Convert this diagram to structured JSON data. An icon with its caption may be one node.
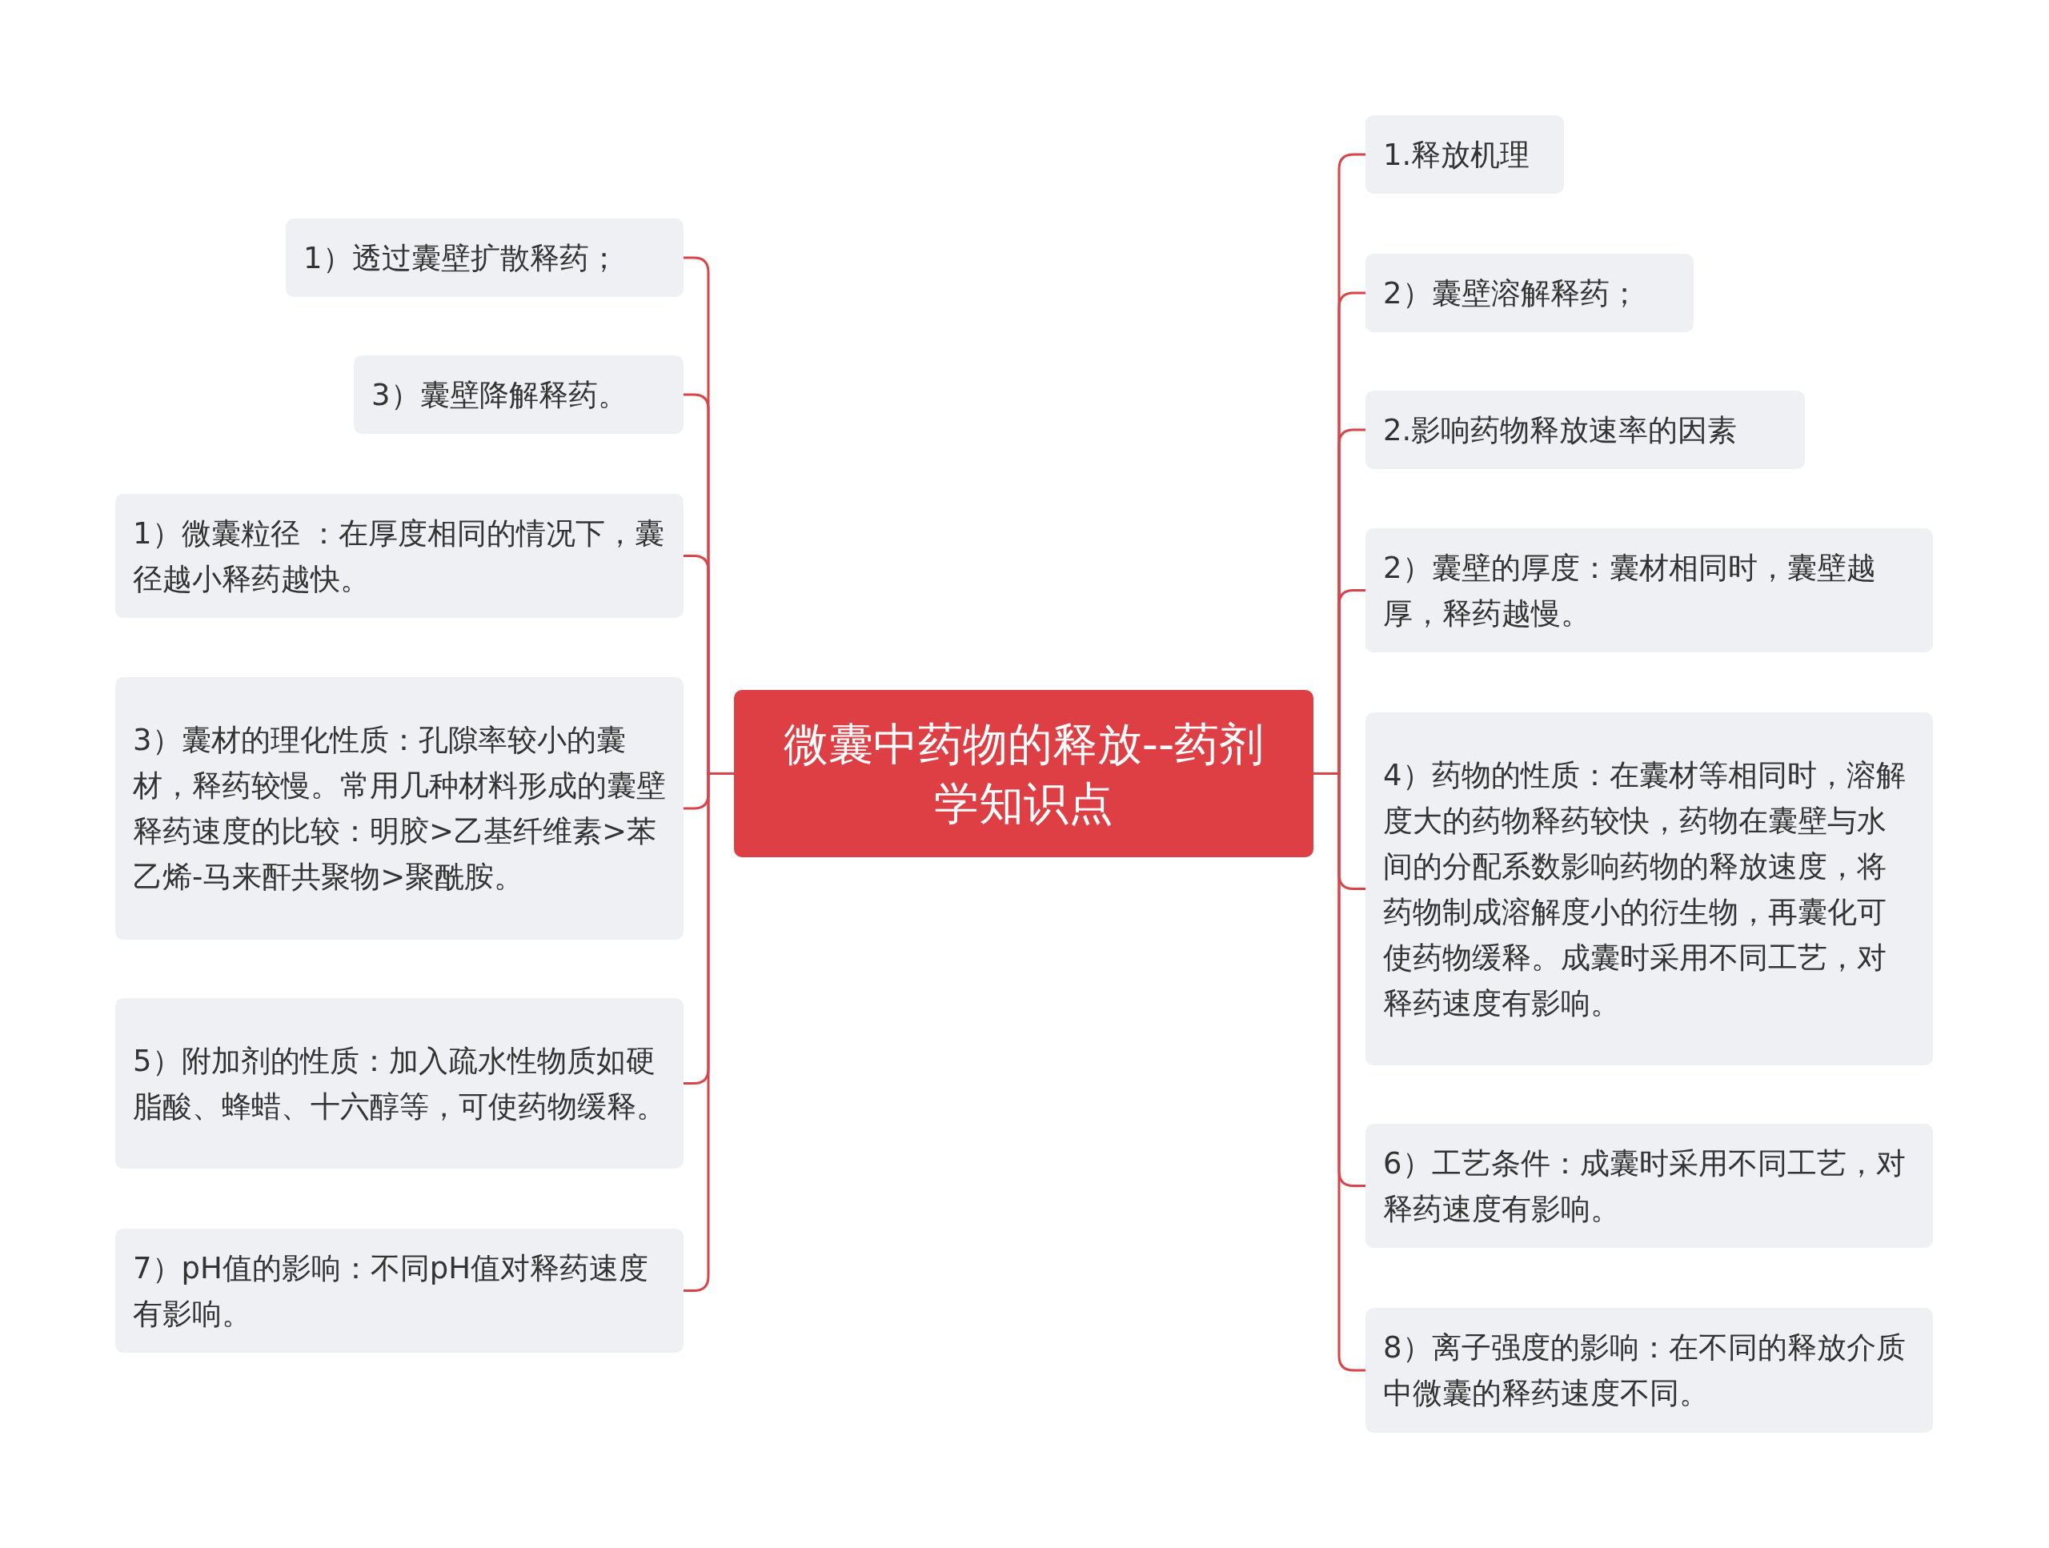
{
  "diagram": {
    "nodes": [
      {
        "text": [
          "微囊中药物的释放--药剂学知识点"
        ]
      },
      {
        "text": [
          "1）透过囊壁扩散释药；"
        ]
      },
      {
        "text": [
          "3）囊壁降解释药。"
        ]
      },
      {
        "text": [
          "1）微囊粒径 ：在厚度相同的情况下，囊径越小释药越快。"
        ]
      },
      {
        "text": [
          "3）囊材的理化性质：孔隙率较小的囊材，释药较慢。常用几种材料形成的囊壁释药速度的比较：明胶>乙基纤维素>苯乙烯-马来酐共聚物>聚酰胺。"
        ]
      },
      {
        "text": [
          "5）附加剂的性质：加入疏水性物质如硬脂酸、蜂蜡、十六醇等，可使药物缓释。"
        ]
      },
      {
        "text": [
          "7）pH值的影响：不同pH值对释药速度有影响。"
        ]
      },
      {
        "text": [
          "1.释放机理"
        ]
      },
      {
        "text": [
          "2）囊壁溶解释药；"
        ]
      },
      {
        "text": [
          "2.影响药物释放速率的因素"
        ]
      },
      {
        "text": [
          "2）囊壁的厚度：囊材相同时，囊壁越厚，释药越慢。"
        ]
      },
      {
        "text": [
          "4）药物的性质：在囊材等相同时，溶解度大的药物释药较快，药物在囊壁与水间的分配系数影响药物的释放速度，将药物制成溶解度小的衍生物，再囊化可使药物缓释。成囊时采用不同工艺，对释药速度有影响。"
        ]
      },
      {
        "text": [
          "6）工艺条件：成囊时采用不同工艺，对释药速度有影响。"
        ]
      },
      {
        "text": [
          "8）离子强度的影响：在不同的释放介质中微囊的释药速度不同。"
        ]
      }
    ],
    "edges": [
      {
        "from": 0,
        "to": 1,
        "arrow": "none"
      },
      {
        "from": 0,
        "to": 2,
        "arrow": "none"
      },
      {
        "from": 0,
        "to": 3,
        "arrow": "none"
      },
      {
        "from": 0,
        "to": 4,
        "arrow": "none"
      },
      {
        "from": 0,
        "to": 5,
        "arrow": "none"
      },
      {
        "from": 0,
        "to": 6,
        "arrow": "none"
      },
      {
        "from": 0,
        "to": 7,
        "arrow": "none"
      },
      {
        "from": 0,
        "to": 8,
        "arrow": "none"
      },
      {
        "from": 0,
        "to": 9,
        "arrow": "none"
      },
      {
        "from": 0,
        "to": 10,
        "arrow": "none"
      },
      {
        "from": 0,
        "to": 11,
        "arrow": "none"
      },
      {
        "from": 0,
        "to": 12,
        "arrow": "none"
      },
      {
        "from": 0,
        "to": 13,
        "arrow": "none"
      }
    ]
  }
}
